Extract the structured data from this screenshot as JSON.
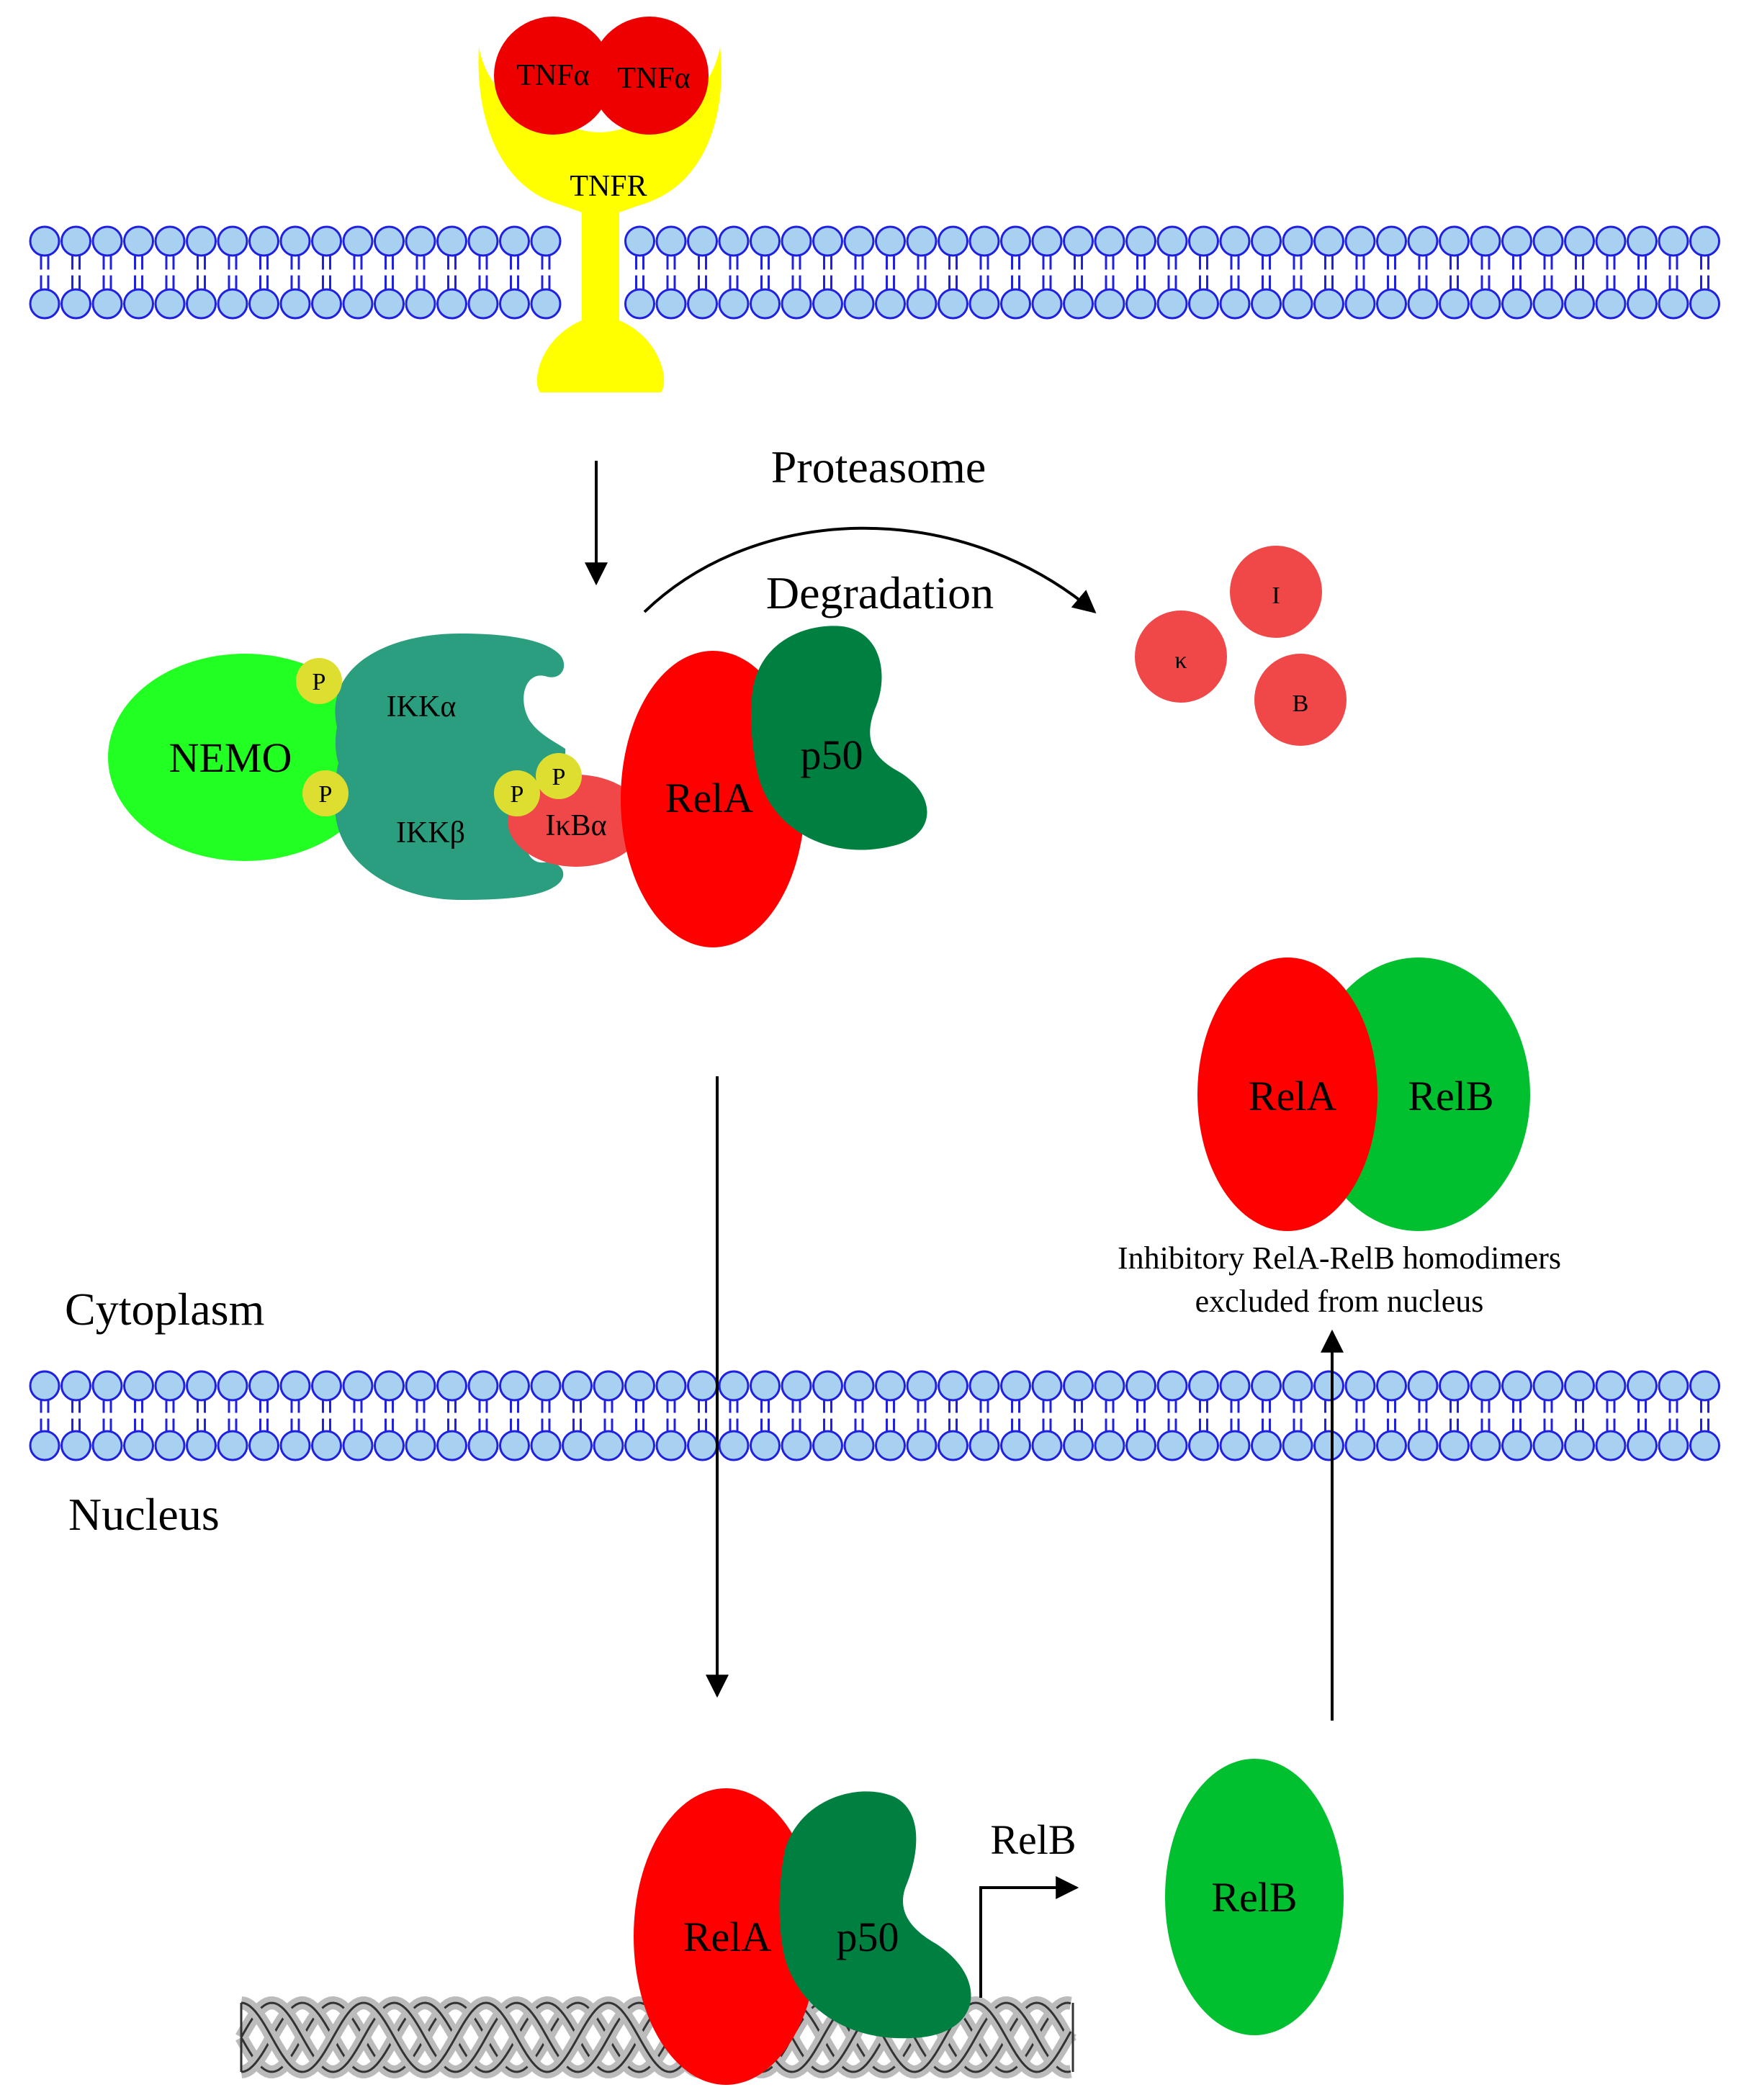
{
  "labels": {
    "tnf_a": "TNFα",
    "tnf_b": "TNFα",
    "tnfr": "TNFR",
    "proteasome": "Proteasome",
    "degradation": "Degradation",
    "frag_i": "I",
    "frag_k": "κ",
    "frag_b": "B",
    "nemo": "NEMO",
    "ikka": "IKKα",
    "ikkb": "IKKβ",
    "p": "P",
    "ikba": "IκBα",
    "rela_top": "RelA",
    "p50_top": "p50",
    "rela_dimer": "RelA",
    "relb_dimer": "RelB",
    "inhibitory_line1": "Inhibitory RelA-RelB homodimers",
    "inhibitory_line2": "excluded from nucleus",
    "cytoplasm": "Cytoplasm",
    "nucleus": "Nucleus",
    "rela_bottom": "RelA",
    "p50_bottom": "p50",
    "relb_gene": "RelB",
    "relb_free": "RelB"
  },
  "colors": {
    "membrane_head": "#a8d0f0",
    "membrane_line": "#2020e0",
    "tnf": "#ee0000",
    "tnfr": "#ffff00",
    "nemo": "#22ff22",
    "ikk": "#2a9e7e",
    "phospho": "#dede30",
    "ikba": "#f04848",
    "rela": "#ff0000",
    "p50": "#008040",
    "relb": "#00c030",
    "fragment": "#f04848",
    "dna": "#bbbbbb"
  }
}
